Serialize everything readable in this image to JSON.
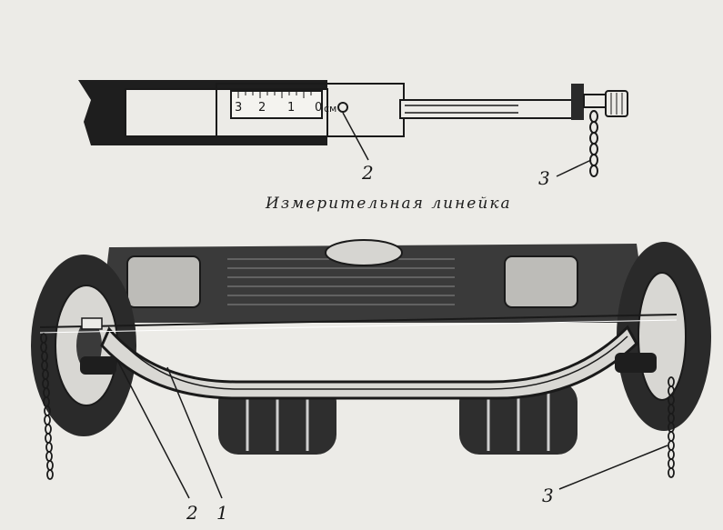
{
  "caption": "Измерительная линейка",
  "ruler": {
    "numbers": [
      "3",
      "2",
      "1",
      "0"
    ],
    "unit": "см"
  },
  "callouts": {
    "top_2": "2",
    "top_3": "3",
    "bottom_2": "2",
    "bottom_1": "1",
    "bottom_3": "3"
  },
  "colors": {
    "ink": "#1a1a1a",
    "paper": "#ecebe7",
    "shadow": "#2a2a2a"
  }
}
